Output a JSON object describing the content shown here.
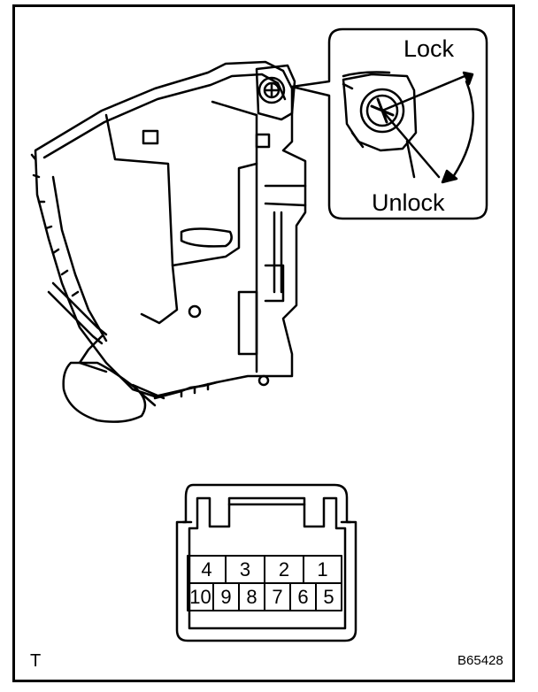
{
  "callout": {
    "lock_label": "Lock",
    "unlock_label": "Unlock"
  },
  "connector": {
    "top_row_pins": [
      "4",
      "3",
      "2",
      "1"
    ],
    "bottom_row_pins": [
      "10",
      "9",
      "8",
      "7",
      "6",
      "5"
    ]
  },
  "footer": {
    "corner_mark": "T",
    "figure_id": "B65428"
  }
}
